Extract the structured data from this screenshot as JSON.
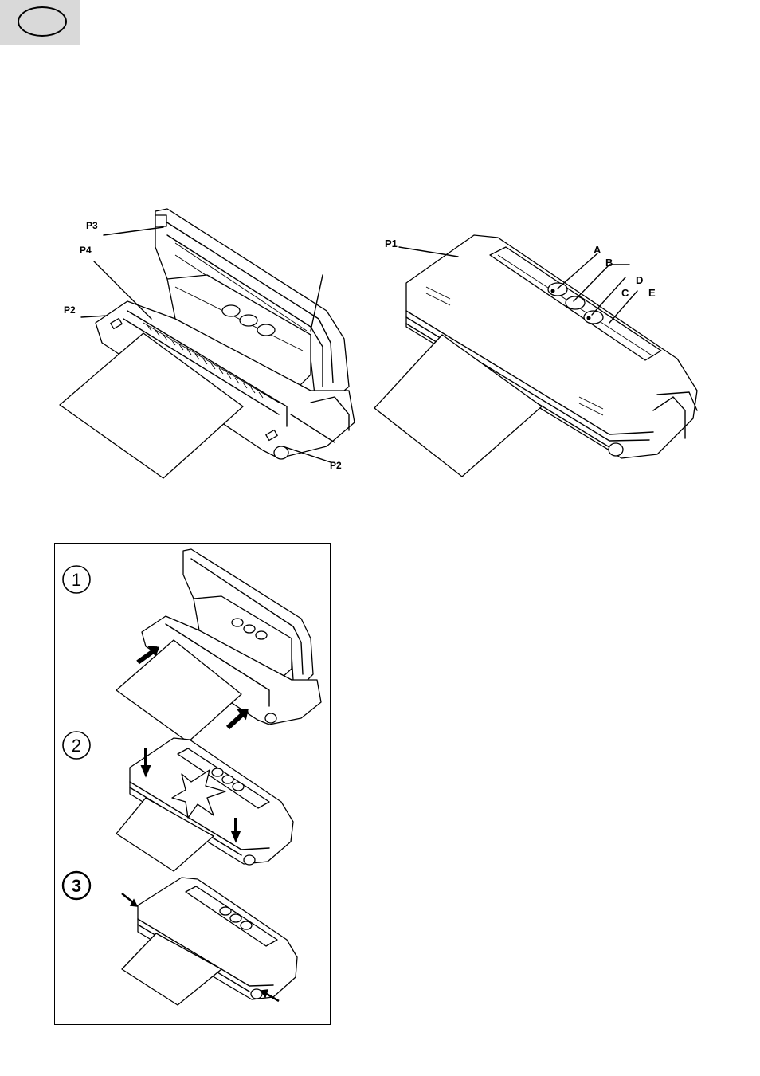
{
  "figure_top": {
    "open_labels": [
      "P3",
      "P4",
      "P2",
      "P2"
    ],
    "closed_labels": [
      "P1",
      "A",
      "B",
      "C",
      "D",
      "E"
    ]
  },
  "steps": [
    {
      "number": "1"
    },
    {
      "number": "2"
    },
    {
      "number": "3"
    }
  ],
  "colors": {
    "tab": "#d9d9d9",
    "line": "#000000"
  }
}
